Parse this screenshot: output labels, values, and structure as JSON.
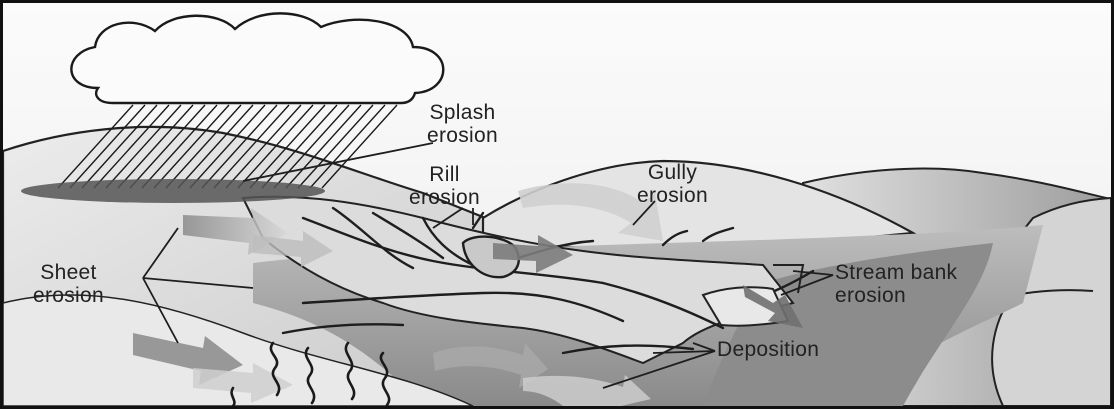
{
  "labels": {
    "splash": {
      "line1": "Splash",
      "line2": "erosion"
    },
    "rill": {
      "line1": "Rill",
      "line2": "erosion"
    },
    "gully": {
      "line1": "Gully",
      "line2": "erosion"
    },
    "sheet": {
      "line1": "Sheet",
      "line2": "erosion"
    },
    "stream_bank": {
      "line1": "Stream bank",
      "line2": "erosion"
    },
    "deposition": {
      "line1": "Deposition"
    }
  },
  "colors": {
    "sky": "#f4f4f4",
    "hill_light": "#e6e6e6",
    "hill_mid": "#cfcfcf",
    "valley": "#9a9a9a",
    "water": "#8c8c8c",
    "ink": "#1e1e1e"
  }
}
